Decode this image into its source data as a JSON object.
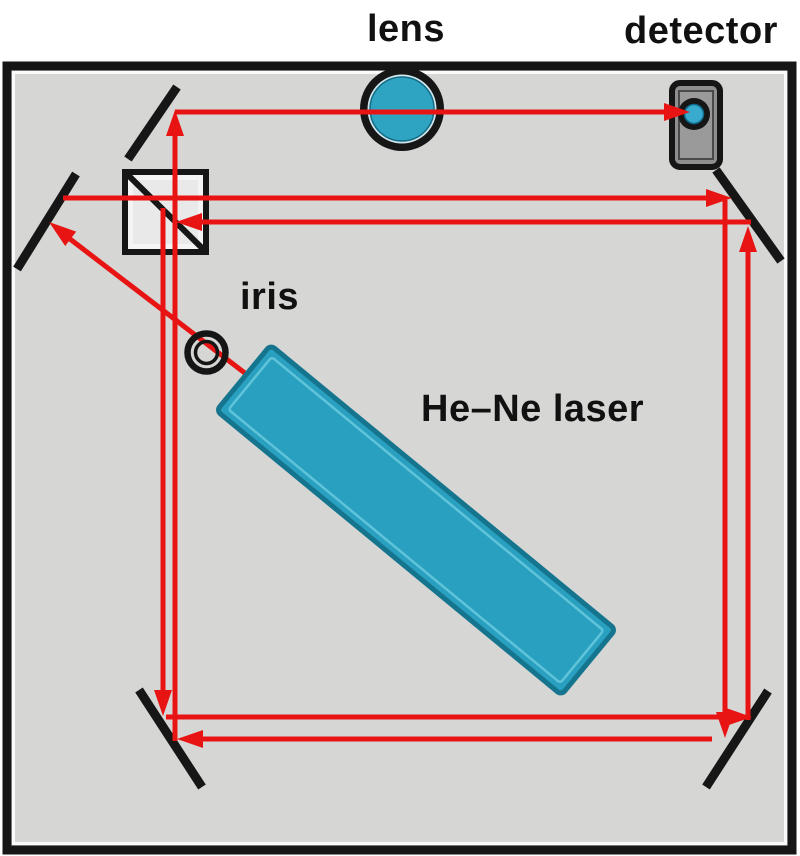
{
  "labels": {
    "lens": "lens",
    "detector": "detector",
    "iris": "iris",
    "laser": "He–Ne laser"
  },
  "components": [
    {
      "name": "optical-bench",
      "type": "enclosure"
    },
    {
      "name": "he-ne-laser",
      "type": "laser-tube"
    },
    {
      "name": "iris",
      "type": "aperture"
    },
    {
      "name": "beamsplitter",
      "type": "cube-beamsplitter"
    },
    {
      "name": "mirror-left",
      "type": "mirror"
    },
    {
      "name": "mirror-top-left",
      "type": "mirror"
    },
    {
      "name": "mirror-bottom-left",
      "type": "mirror"
    },
    {
      "name": "mirror-bottom-right",
      "type": "mirror"
    },
    {
      "name": "mirror-top-right",
      "type": "mirror"
    },
    {
      "name": "lens",
      "type": "lens"
    },
    {
      "name": "detector",
      "type": "photodetector"
    }
  ],
  "colors": {
    "beam_red": "#e81414",
    "device_teal": "#2fa3c2",
    "device_teal_dark": "#15758f",
    "bench_gray": "#d6d6d4",
    "detector_gray": "#8f8f8f",
    "outline_black": "#161616",
    "label_black": "#111111"
  }
}
